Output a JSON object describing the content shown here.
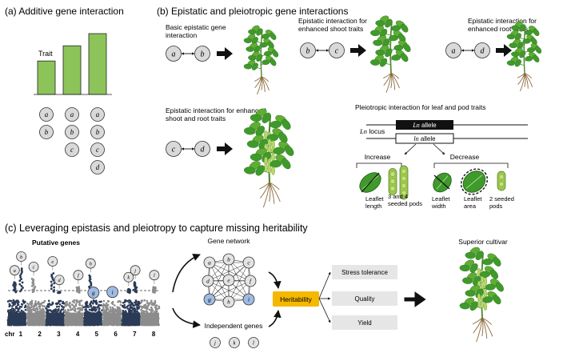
{
  "panel_a": {
    "title": "(a) Additive gene interaction",
    "trait_label": "Trait",
    "columns": [
      {
        "genes": [
          "a",
          "b"
        ],
        "trait": 0.55
      },
      {
        "genes": [
          "a",
          "b",
          "c"
        ],
        "trait": 0.8
      },
      {
        "genes": [
          "a",
          "b",
          "c",
          "d"
        ],
        "trait": 1.0
      }
    ]
  },
  "panel_b": {
    "title": "(b)  Epistatic and pleiotropic gene interactions",
    "interactions": [
      {
        "label_lines": [
          "Basic epistatic gene",
          "interaction"
        ],
        "genes": [
          "a",
          "b"
        ]
      },
      {
        "label_lines": [
          "Epistatic interaction for",
          "enhanced shoot traits"
        ],
        "genes": [
          "b",
          "c"
        ]
      },
      {
        "label_lines": [
          "Epistatic interaction for",
          "enhanced root traits"
        ],
        "genes": [
          "a",
          "d"
        ]
      },
      {
        "label_lines": [
          "Epistatic interaction for enhanced",
          "shoot and root traits"
        ],
        "genes": [
          "c",
          "d"
        ]
      }
    ],
    "pleiotropy": {
      "title": "Pleiotropic interaction for leaf and pod traits",
      "locus_label": "Ln locus",
      "locus_italic": "Ln",
      "locus_rest": " locus",
      "allele_dominant": "Ln allele",
      "allele_dominant_italic": "Ln",
      "allele_recessive": "ln allele",
      "allele_recessive_italic": "ln",
      "allele_word": " allele",
      "increase_label": "Increase",
      "decrease_label": "Decrease",
      "increase_items": [
        {
          "lines": [
            "Leaflet",
            "length"
          ]
        },
        {
          "lines": [
            "3 and 4",
            "seeded pods"
          ]
        }
      ],
      "decrease_items": [
        {
          "lines": [
            "Leaflet",
            "width"
          ]
        },
        {
          "lines": [
            "Leaflet",
            "area"
          ]
        },
        {
          "lines": [
            "2 seeded",
            "pods"
          ]
        }
      ]
    }
  },
  "panel_c": {
    "title": "(c)  Leveraging epistasis and pleiotropy to capture missing heritability",
    "putative_genes_label": "Putative genes",
    "chr_label": "chr",
    "chromosomes": [
      "1",
      "2",
      "3",
      "4",
      "5",
      "6",
      "7",
      "8"
    ],
    "peak_genes": [
      "a",
      "b",
      "c",
      "d",
      "e",
      "f",
      "h",
      "j",
      "k",
      "l"
    ],
    "highlight_genes": [
      "g",
      "i"
    ],
    "gene_network_label": "Gene network",
    "network_genes": [
      "a",
      "b",
      "c",
      "d",
      "e",
      "f",
      "g",
      "h",
      "i"
    ],
    "independent_label": "Independent genes",
    "independent_genes": [
      "j",
      "k",
      "l"
    ],
    "heritability_label": "Heritability",
    "outcomes": [
      "Stress tolerance",
      "Quality",
      "Yield"
    ],
    "superior_label": "Superior cultivar",
    "colors": {
      "dark_bar": "#2b3a56",
      "light_bar": "#8c8c8c",
      "highlight": "#9fbbe4",
      "heritability": "#f5b800",
      "trait_bar": "#8cc45a"
    }
  }
}
